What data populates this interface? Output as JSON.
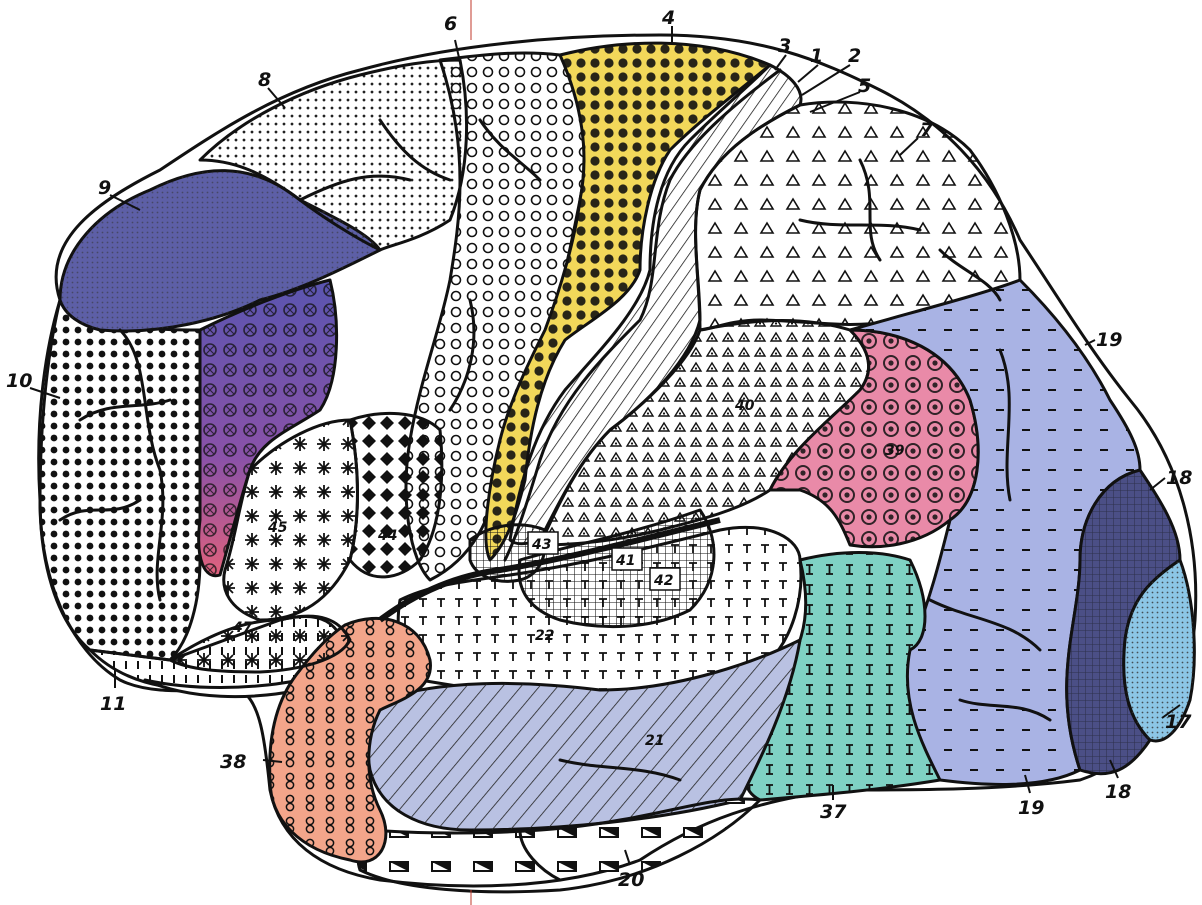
{
  "labels": [
    {
      "id": "l4",
      "text": "4"
    },
    {
      "id": "l6",
      "text": "6"
    },
    {
      "id": "l3",
      "text": "3"
    },
    {
      "id": "l1",
      "text": "1"
    },
    {
      "id": "l2",
      "text": "2"
    },
    {
      "id": "l5",
      "text": "5"
    },
    {
      "id": "l7",
      "text": "7"
    },
    {
      "id": "l8",
      "text": "8"
    },
    {
      "id": "l9",
      "text": "9"
    },
    {
      "id": "l10",
      "text": "10"
    },
    {
      "id": "l11",
      "text": "11"
    },
    {
      "id": "l19a",
      "text": "19"
    },
    {
      "id": "l18a",
      "text": "18"
    },
    {
      "id": "l17",
      "text": "17"
    },
    {
      "id": "l18b",
      "text": "18"
    },
    {
      "id": "l19b",
      "text": "19"
    },
    {
      "id": "l37",
      "text": "37"
    },
    {
      "id": "l20",
      "text": "20"
    },
    {
      "id": "l38",
      "text": "38"
    }
  ],
  "inner_labels": [
    {
      "id": "i40",
      "text": "40"
    },
    {
      "id": "i39",
      "text": "39"
    },
    {
      "id": "i45",
      "text": "45"
    },
    {
      "id": "i44",
      "text": "44"
    },
    {
      "id": "i43",
      "text": "43"
    },
    {
      "id": "i41",
      "text": "41"
    },
    {
      "id": "i42",
      "text": "42"
    },
    {
      "id": "i22",
      "text": "22"
    },
    {
      "id": "i21",
      "text": "21"
    },
    {
      "id": "i47",
      "text": "47"
    }
  ],
  "region_colors": {
    "area4": "#f2d85a",
    "area9": "#5d5fa6",
    "area46": "#7a5bb0",
    "area39": "#e98aa8",
    "area19": "#a9b3e4",
    "area18": "#4b4f86",
    "area17": "#8cc6e6",
    "area37": "#7fd1c4",
    "area38": "#f3a58a",
    "area21": "#b9c1e2",
    "area6": "#fbfaf2",
    "area40": "#f2f2f2",
    "area44": "#ffffff"
  }
}
